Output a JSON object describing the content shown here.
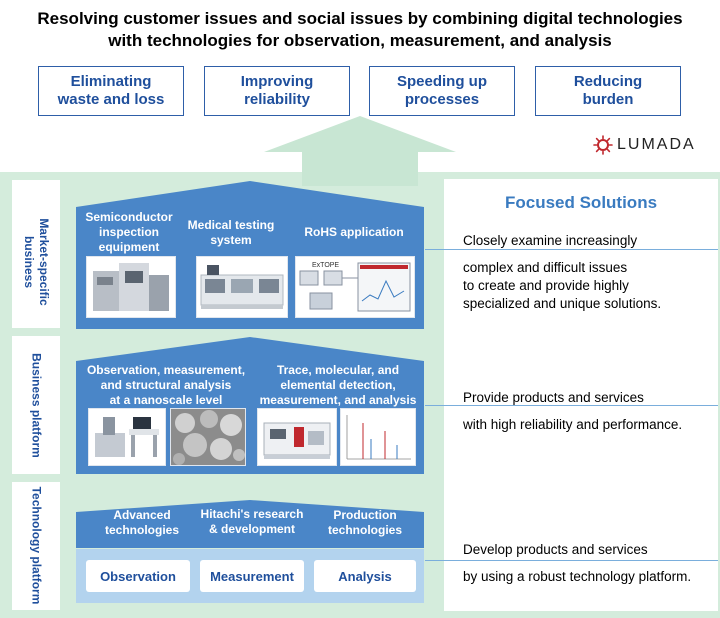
{
  "title": {
    "line1": "Resolving customer issues and social issues by combining digital technologies",
    "line2": "with technologies for observation, measurement, and analysis"
  },
  "goals": [
    {
      "line1": "Eliminating",
      "line2": "waste and loss"
    },
    {
      "line1": "Improving",
      "line2": "reliability"
    },
    {
      "line1": "Speeding up",
      "line2": "processes"
    },
    {
      "line1": "Reducing",
      "line2": "burden"
    }
  ],
  "brand": {
    "name": "LUMADA",
    "color": "#c0282e"
  },
  "side_labels": {
    "market": {
      "line1": "Market-specific",
      "line2": "business"
    },
    "business": "Business platform",
    "technology": "Technology platform"
  },
  "market": {
    "items": [
      {
        "lines": [
          "Semiconductor",
          "inspection",
          "equipment"
        ]
      },
      {
        "lines": [
          "Medical testing",
          "system"
        ]
      },
      {
        "lines": [
          "RoHS application"
        ]
      }
    ],
    "photo_caption": "ExTOPE"
  },
  "business": {
    "items": [
      {
        "lines": [
          "Observation, measurement,",
          "and structural analysis",
          "at a nanoscale level"
        ]
      },
      {
        "lines": [
          "Trace, molecular, and",
          "elemental detection,",
          "measurement, and analysis"
        ]
      }
    ]
  },
  "technology": {
    "items": [
      {
        "lines": [
          "Advanced",
          "technologies"
        ]
      },
      {
        "lines": [
          "Hitachi's research",
          "& development"
        ]
      },
      {
        "lines": [
          "Production",
          "technologies"
        ]
      }
    ],
    "boxes": [
      "Observation",
      "Measurement",
      "Analysis"
    ]
  },
  "focused": {
    "title": "Focused Solutions",
    "market_desc": [
      "Closely examine increasingly",
      "complex and difficult issues",
      "to create and provide highly",
      "specialized and unique solutions."
    ],
    "business_desc": [
      "Provide products and services",
      "with high reliability and performance."
    ],
    "technology_desc": [
      "Develop products and services",
      "by using a robust technology platform."
    ]
  },
  "colors": {
    "accent": "#4a86c8",
    "label_blue": "#1f4f9c",
    "green_bg": "#d4ecdc",
    "arrow": "#c8e6d3"
  }
}
